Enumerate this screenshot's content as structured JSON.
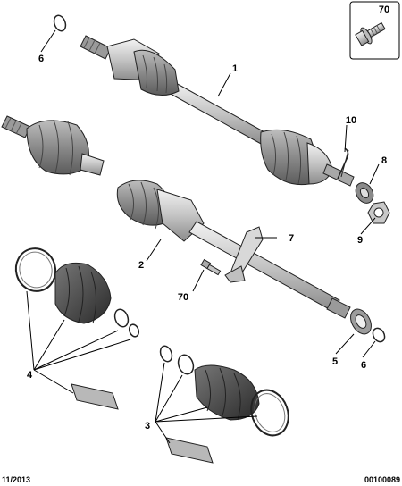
{
  "callouts": {
    "c1": "1",
    "c2": "2",
    "c3": "3",
    "c4": "4",
    "c5": "5",
    "c6_top": "6",
    "c6_bottom": "6",
    "c7": "7",
    "c8": "8",
    "c9": "9",
    "c10": "10",
    "c70_inset": "70",
    "c70_bolt": "70"
  },
  "footer": {
    "date": "11/2013",
    "reference": "00100089"
  },
  "colors": {
    "shaft_fill": "#c8c8c8",
    "boot_fill": "#8a8a8a",
    "dark_fill": "#444444",
    "pad_fill": "#b8b8b8",
    "line": "#000000"
  }
}
